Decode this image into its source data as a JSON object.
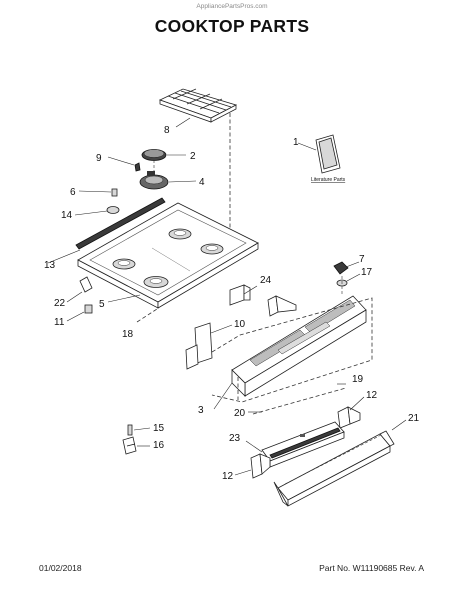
{
  "header": {
    "watermark": "AppliancePartsPros.com",
    "title": "COOKTOP PARTS"
  },
  "literature_label": "Literature Parts",
  "callouts": [
    {
      "id": "c1",
      "label": "1"
    },
    {
      "id": "c2",
      "label": "2"
    },
    {
      "id": "c3",
      "label": "3"
    },
    {
      "id": "c4",
      "label": "4"
    },
    {
      "id": "c5",
      "label": "5"
    },
    {
      "id": "c6",
      "label": "6"
    },
    {
      "id": "c7",
      "label": "7"
    },
    {
      "id": "c8",
      "label": "8"
    },
    {
      "id": "c9",
      "label": "9"
    },
    {
      "id": "c10",
      "label": "10"
    },
    {
      "id": "c11",
      "label": "11"
    },
    {
      "id": "c12a",
      "label": "12"
    },
    {
      "id": "c12b",
      "label": "12"
    },
    {
      "id": "c13",
      "label": "13"
    },
    {
      "id": "c14",
      "label": "14"
    },
    {
      "id": "c15",
      "label": "15"
    },
    {
      "id": "c16",
      "label": "16"
    },
    {
      "id": "c17",
      "label": "17"
    },
    {
      "id": "c18",
      "label": "18"
    },
    {
      "id": "c19",
      "label": "19"
    },
    {
      "id": "c20",
      "label": "20"
    },
    {
      "id": "c21",
      "label": "21"
    },
    {
      "id": "c22",
      "label": "22"
    },
    {
      "id": "c23",
      "label": "23"
    },
    {
      "id": "c24",
      "label": "24"
    }
  ],
  "footer": {
    "date": "01/02/2018",
    "part_no": "Part No.  W11190685  Rev. A"
  }
}
